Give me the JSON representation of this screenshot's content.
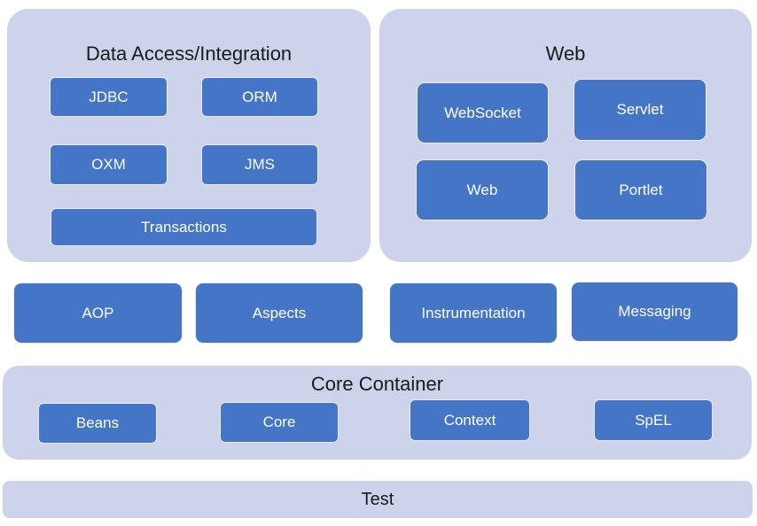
{
  "colors": {
    "panel_bg": "#ccd3ea",
    "box_fill": "#4475c6",
    "box_border": "#e9eef8",
    "title_text": "#1b1b1b",
    "box_text": "#ffffff",
    "page_bg": "#ffffff"
  },
  "sections": {
    "data_access": {
      "title": "Data Access/Integration",
      "boxes": [
        "JDBC",
        "ORM",
        "OXM",
        "JMS",
        "Transactions"
      ]
    },
    "web": {
      "title": "Web",
      "boxes": [
        "WebSocket",
        "Servlet",
        "Web",
        "Portlet"
      ]
    },
    "middle_row": {
      "boxes": [
        "AOP",
        "Aspects",
        "Instrumentation",
        "Messaging"
      ]
    },
    "core_container": {
      "title": "Core Container",
      "boxes": [
        "Beans",
        "Core",
        "Context",
        "SpEL"
      ]
    },
    "test": {
      "title": "Test"
    }
  }
}
